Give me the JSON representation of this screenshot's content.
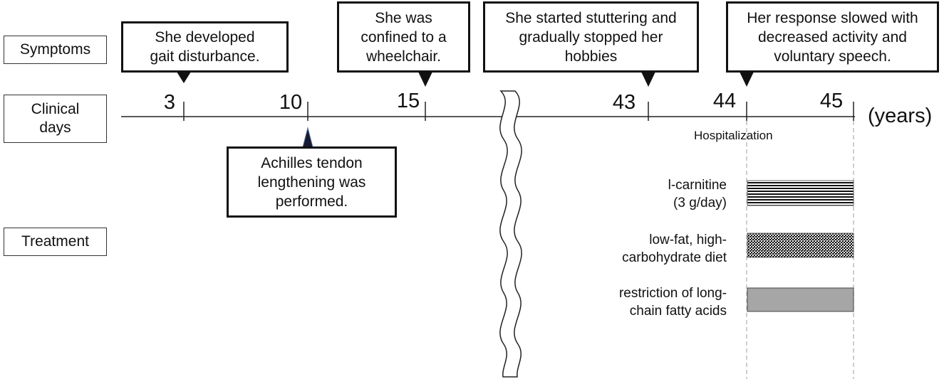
{
  "row_labels": {
    "symptoms": "Symptoms",
    "clinical_days": "Clinical\ndays",
    "treatment": "Treatment"
  },
  "axis": {
    "unit": "(years)",
    "ticks": [
      "3",
      "10",
      "15",
      "43",
      "44",
      "45"
    ]
  },
  "events": {
    "gait": "She developed\ngait disturbance.",
    "wheelchair": "She was\nconfined to a\nwheelchair.",
    "stuttering": "She started stuttering and\ngradually stopped her\nhobbies",
    "response": "Her response slowed with\ndecreased activity and\nvoluntary speech.",
    "achilles": "Achilles tendon\nlengthening was\nperformed."
  },
  "hospitalization": "Hospitalization",
  "treatments": [
    {
      "label": "l-carnitine\n(3 g/day)",
      "pattern": "horizontal-lines"
    },
    {
      "label": "low-fat, high-\ncarbohydrate diet",
      "pattern": "crosshatch"
    },
    {
      "label": "restriction of long-\nchain fatty acids",
      "pattern": "solid-gray",
      "color": "#a6a6a6"
    }
  ]
}
